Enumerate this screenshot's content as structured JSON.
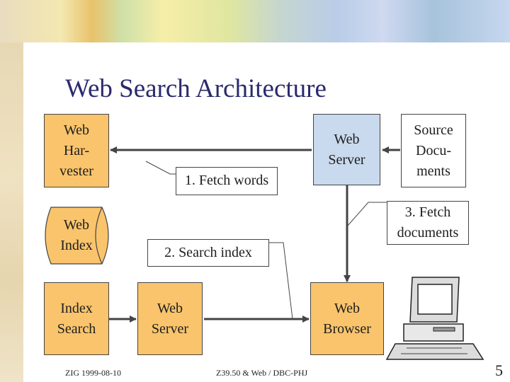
{
  "title": "Web Search Architecture",
  "nodes": {
    "web_harvester": "Web\nHar-\nvester",
    "web_index": "Web\nIndex",
    "index_search": "Index\nSearch",
    "web_server_middle": "Web\nServer",
    "web_browser": "Web\nBrowser",
    "web_server_top": "Web\nServer",
    "source_documents": "Source\nDocu-\nments"
  },
  "callouts": {
    "fetch_words": "1. Fetch words",
    "search_index": "2. Search index",
    "fetch_documents": "3. Fetch\ndocuments"
  },
  "footer": {
    "left": "ZIG 1999-08-10",
    "center": "Z39.50 & Web / DBC-PHJ",
    "page": "5"
  },
  "colors": {
    "orange_box": "#f9c46c",
    "blue_box": "#c9d9ee",
    "title": "#2a2a6e",
    "line": "#444444"
  },
  "icons": {
    "computer": "computer-icon"
  }
}
